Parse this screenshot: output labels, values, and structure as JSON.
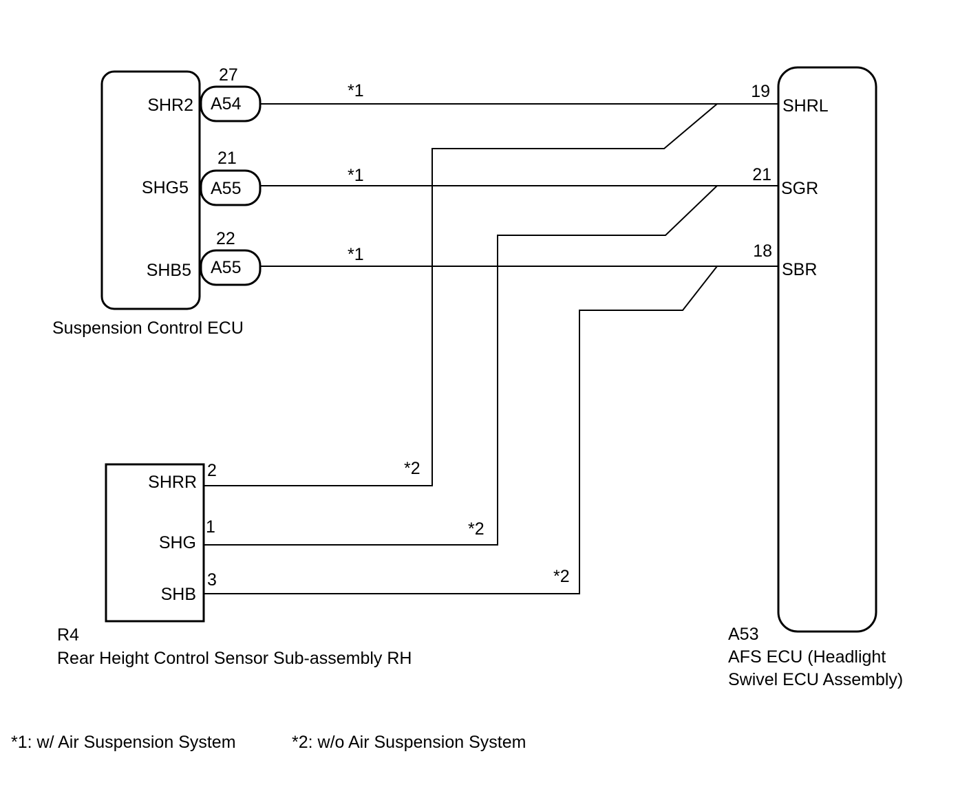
{
  "suspension_ecu": {
    "name": "Suspension Control ECU",
    "terminals": [
      {
        "name": "SHR2",
        "connector": "A54",
        "pin": "27",
        "note": "*1"
      },
      {
        "name": "SHG5",
        "connector": "A55",
        "pin": "21",
        "note": "*1"
      },
      {
        "name": "SHB5",
        "connector": "A55",
        "pin": "22",
        "note": "*1"
      }
    ]
  },
  "afs_ecu": {
    "code": "A53",
    "name_line1": "AFS ECU (Headlight",
    "name_line2": "Swivel ECU Assembly)",
    "terminals": [
      {
        "name": "SHRL",
        "pin": "19"
      },
      {
        "name": "SGR",
        "pin": "21"
      },
      {
        "name": "SBR",
        "pin": "18"
      }
    ]
  },
  "sensor": {
    "code": "R4",
    "name": "Rear Height Control Sensor Sub-assembly RH",
    "terminals": [
      {
        "name": "SHRR",
        "pin": "2",
        "note": "*2"
      },
      {
        "name": "SHG",
        "pin": "1",
        "note": "*2"
      },
      {
        "name": "SHB",
        "pin": "3",
        "note": "*2"
      }
    ]
  },
  "footnotes": {
    "note1": "*1: w/ Air Suspension System",
    "note2": "*2: w/o Air Suspension System"
  }
}
